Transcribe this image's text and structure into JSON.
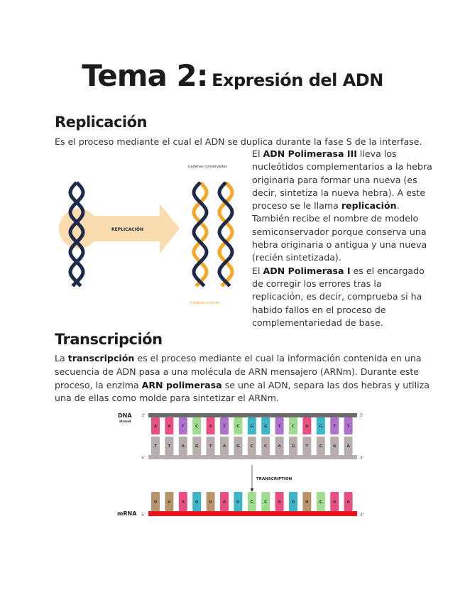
{
  "title": {
    "main": "Tema 2:",
    "sub": "Expresión del ADN"
  },
  "replicacion": {
    "heading": "Replicación",
    "intro": "Es el proceso mediante el cual el ADN se duplica durante la fase S de la interfase.",
    "p1_a": "El ",
    "p1_b": "ADN Polimerasa III",
    "p1_c": " lleva los nucleótidos complementarios a la hebra originaria para formar una nueva (es decir, sintetiza la nueva hebra). A este proceso se le llama ",
    "p1_d": "replicación",
    "p1_e": ". También recibe el nombre de modelo semiconservador porque conserva una hebra originaria o antigua y una nueva (recién sintetizada).",
    "p2_a": "El ",
    "p2_b": "ADN Polimerasa I",
    "p2_c": " es el encargado de corregir los errores tras la replicación, es decir, comprueba si ha habido fallos en el proceso de complementariedad de base.",
    "figure": {
      "arrow_label": "REPLICACIÓN",
      "top_label": "Cadenas conservadas",
      "bottom_label": "Cadenas nuevas",
      "dark_color": "#1e2a4a",
      "new_color": "#f5a623",
      "arrow_color": "#fbdcae"
    }
  },
  "transcripcion": {
    "heading": "Transcripción",
    "p_a": "La ",
    "p_b": "transcripción",
    "p_c": " es el proceso mediante el cual la información contenida en una secuencia de ADN pasa a una molécula de ARN mensajero (ARNm). Durante este proceso, la enzima ",
    "p_d": "ARN polimerasa",
    "p_e": " se une al ADN, separa las dos hebras y utiliza una de ellas como molde para sintetizar el ARNm.",
    "diagram": {
      "dna_label": "DNA",
      "dna_sublabel": "strand",
      "mrna_label": "mRNA",
      "arrow_label": "TRANSCRIPTION",
      "top_left_end": "3'",
      "top_right_end": "5'",
      "bottom_left_end": "5'",
      "bottom_right_end": "3'",
      "mrna_left_end": "5'",
      "mrna_right_end": "3'",
      "top_strand": [
        "A",
        "A",
        "T",
        "C",
        "A",
        "T",
        "C",
        "G",
        "G",
        "T",
        "C",
        "A",
        "G",
        "T",
        "T"
      ],
      "bottom_strand": [
        "T",
        "T",
        "A",
        "G",
        "T",
        "A",
        "G",
        "C",
        "C",
        "A",
        "G",
        "T",
        "C",
        "A",
        "A"
      ],
      "mrna": [
        "U",
        "U",
        "A",
        "G",
        "U",
        "A",
        "G",
        "C",
        "C",
        "A",
        "G",
        "U",
        "C",
        "A",
        "A"
      ],
      "base_colors": {
        "A": "#ea4f82",
        "T": "#ad72cc",
        "C": "#9fdc8f",
        "G": "#3db6c9",
        "U": "#b8936b"
      },
      "template_color": "#b8adad",
      "backbone_color": "#6b6b6b",
      "mrna_backbone_color": "#e8151b"
    }
  }
}
